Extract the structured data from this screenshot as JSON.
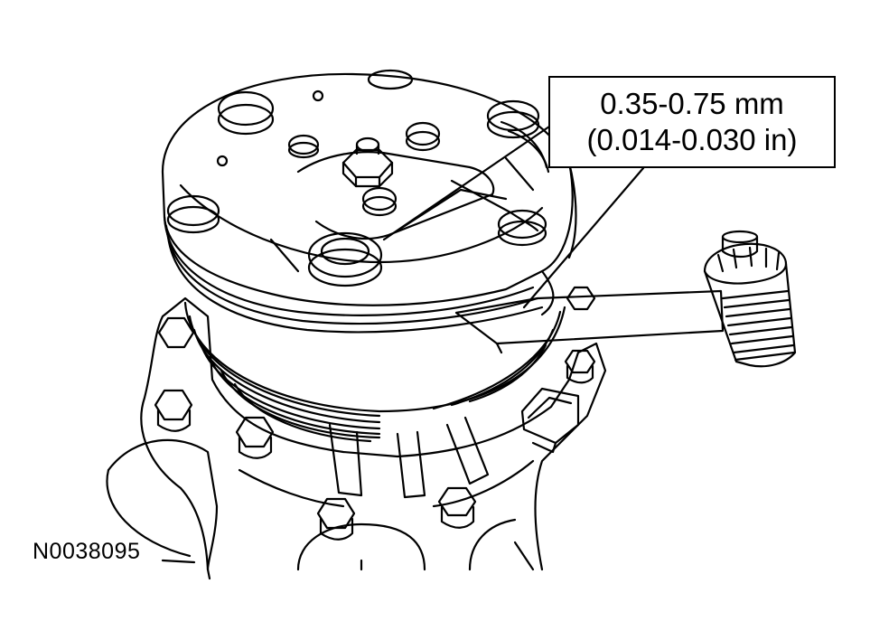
{
  "callout": {
    "line1": "0.35-0.75 mm",
    "line2": "(0.014-0.030 in)"
  },
  "figure_code": "N0038095",
  "colors": {
    "ink": "#000000",
    "paper": "#ffffff"
  }
}
